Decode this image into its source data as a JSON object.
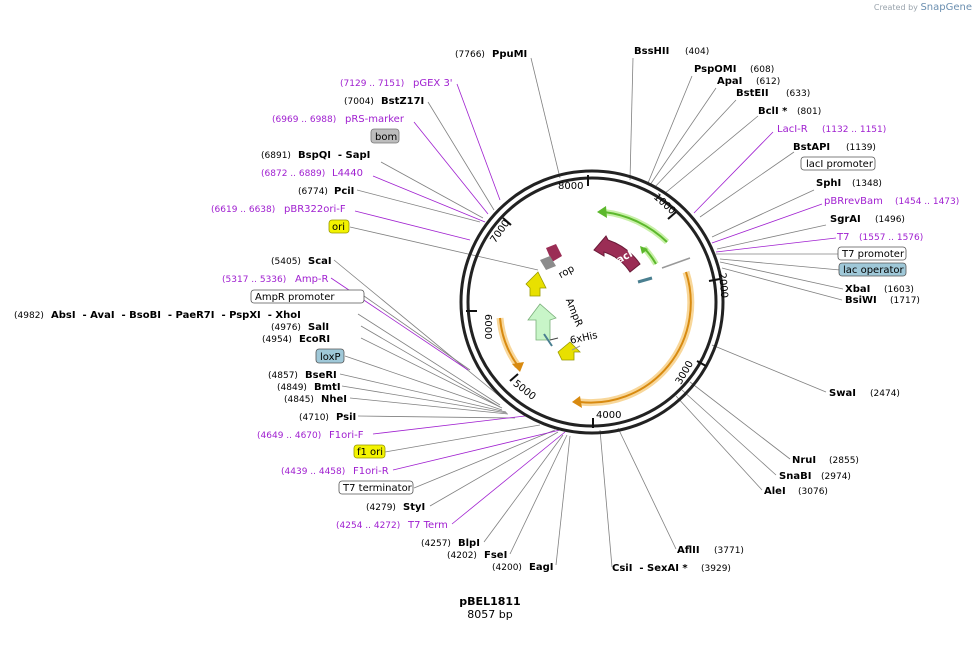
{
  "credit": {
    "prefix": "Created by",
    "brand": "SnapGene"
  },
  "plasmid": {
    "name": "pBEL1811",
    "length_label": "8057 bp"
  },
  "ring_ticks": [
    {
      "label": "1000"
    },
    {
      "label": "2000"
    },
    {
      "label": "3000"
    },
    {
      "label": "4000"
    },
    {
      "label": "5000"
    },
    {
      "label": "6000"
    },
    {
      "label": "7000"
    },
    {
      "label": "8000"
    }
  ],
  "features": [
    {
      "label": "lacI",
      "color": "#9b2d55"
    },
    {
      "label": "rop",
      "color": "#8c8c8c"
    },
    {
      "label": "AmpR",
      "color": "#c8f2c8"
    },
    {
      "label": "6xHis",
      "color": "#e0e000"
    }
  ],
  "right_labels": [
    {
      "name": "BssHII",
      "pos": "(404)",
      "kind": "site"
    },
    {
      "name": "PspOMI",
      "pos": "(608)",
      "kind": "site"
    },
    {
      "name": "ApaI",
      "pos": "(612)",
      "kind": "site"
    },
    {
      "name": "BstEII",
      "pos": "(633)",
      "kind": "site"
    },
    {
      "name": "BclI *",
      "pos": "(801)",
      "kind": "site"
    },
    {
      "name": "LacI-R",
      "pos": "(1132 .. 1151)",
      "kind": "primer"
    },
    {
      "name": "BstAPI",
      "pos": "(1139)",
      "kind": "site"
    },
    {
      "name": "lacI promoter",
      "pos": "",
      "kind": "box"
    },
    {
      "name": "SphI",
      "pos": "(1348)",
      "kind": "site"
    },
    {
      "name": "pBRrevBam",
      "pos": "(1454 .. 1473)",
      "kind": "primer"
    },
    {
      "name": "SgrAI",
      "pos": "(1496)",
      "kind": "site"
    },
    {
      "name": "T7",
      "pos": "(1557 .. 1576)",
      "kind": "primer"
    },
    {
      "name": "T7 promoter",
      "pos": "",
      "kind": "box"
    },
    {
      "name": "lac operator",
      "pos": "",
      "kind": "box-blue"
    },
    {
      "name": "XbaI",
      "pos": "(1603)",
      "kind": "site"
    },
    {
      "name": "BsiWI",
      "pos": "(1717)",
      "kind": "site"
    },
    {
      "name": "SwaI",
      "pos": "(2474)",
      "kind": "site"
    },
    {
      "name": "NruI",
      "pos": "(2855)",
      "kind": "site"
    },
    {
      "name": "SnaBI",
      "pos": "(2974)",
      "kind": "site"
    },
    {
      "name": "AleI",
      "pos": "(3076)",
      "kind": "site"
    },
    {
      "name": "AflII",
      "pos": "(3771)",
      "kind": "site"
    },
    {
      "name": "CsiI  - SexAI *",
      "pos": "(3929)",
      "kind": "site"
    }
  ],
  "left_labels": [
    {
      "name": "PpuMI",
      "pos": "(7766)",
      "kind": "site"
    },
    {
      "name": "pGEX 3'",
      "pos": "(7129 .. 7151)",
      "kind": "primer"
    },
    {
      "name": "BstZ17I",
      "pos": "(7004)",
      "kind": "site"
    },
    {
      "name": "pRS-marker",
      "pos": "(6969 .. 6988)",
      "kind": "primer"
    },
    {
      "name": "bom",
      "pos": "",
      "kind": "box-gray"
    },
    {
      "name": "BspQI  - SapI",
      "pos": "(6891)",
      "kind": "site"
    },
    {
      "name": "L4440",
      "pos": "(6872 .. 6889)",
      "kind": "primer"
    },
    {
      "name": "PciI",
      "pos": "(6774)",
      "kind": "site"
    },
    {
      "name": "pBR322ori-F",
      "pos": "(6619 .. 6638)",
      "kind": "primer"
    },
    {
      "name": "ori",
      "pos": "",
      "kind": "box-yellow"
    },
    {
      "name": "ScaI",
      "pos": "(5405)",
      "kind": "site"
    },
    {
      "name": "Amp-R",
      "pos": "(5317 .. 5336)",
      "kind": "primer"
    },
    {
      "name": "AmpR promoter",
      "pos": "",
      "kind": "box"
    },
    {
      "name": "AbsI  - AvaI  - BsoBI  - PaeR7I  - PspXI  - XhoI",
      "pos": "(4982)",
      "kind": "site"
    },
    {
      "name": "SalI",
      "pos": "(4976)",
      "kind": "site"
    },
    {
      "name": "EcoRI",
      "pos": "(4954)",
      "kind": "site"
    },
    {
      "name": "loxP",
      "pos": "",
      "kind": "box-blue"
    },
    {
      "name": "BseRI",
      "pos": "(4857)",
      "kind": "site"
    },
    {
      "name": "BmtI",
      "pos": "(4849)",
      "kind": "site"
    },
    {
      "name": "NheI",
      "pos": "(4845)",
      "kind": "site"
    },
    {
      "name": "PsiI",
      "pos": "(4710)",
      "kind": "site"
    },
    {
      "name": "F1ori-F",
      "pos": "(4649 .. 4670)",
      "kind": "primer"
    },
    {
      "name": "f1 ori",
      "pos": "",
      "kind": "box-yellow"
    },
    {
      "name": "F1ori-R",
      "pos": "(4439 .. 4458)",
      "kind": "primer"
    },
    {
      "name": "T7 terminator",
      "pos": "",
      "kind": "box"
    },
    {
      "name": "StyI",
      "pos": "(4279)",
      "kind": "site"
    },
    {
      "name": "T7 Term",
      "pos": "(4254 .. 4272)",
      "kind": "primer"
    },
    {
      "name": "BlpI",
      "pos": "(4257)",
      "kind": "site"
    },
    {
      "name": "FseI",
      "pos": "(4202)",
      "kind": "site"
    },
    {
      "name": "EagI",
      "pos": "(4200)",
      "kind": "site"
    }
  ],
  "colors": {
    "primer": "#a020d0",
    "ring": "#222222",
    "feature_orange": "#e8a030",
    "feature_green": "#66cc33",
    "line": "#808080"
  }
}
